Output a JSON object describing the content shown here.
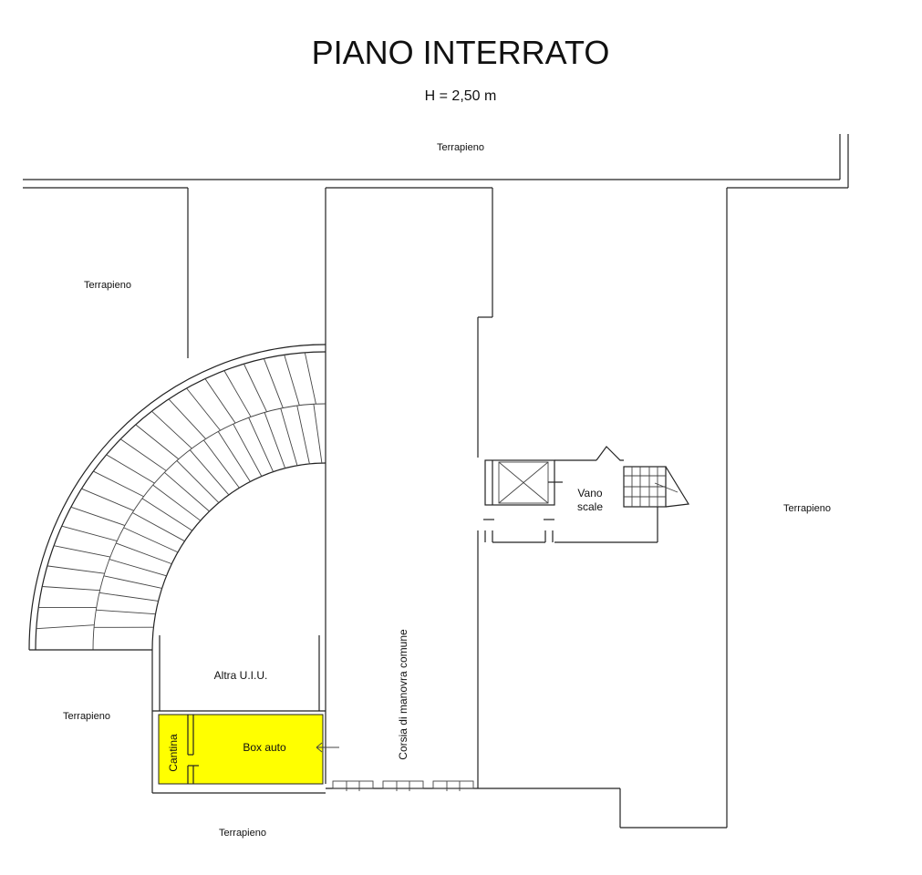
{
  "title": "PIANO INTERRATO",
  "subtitle": "H = 2,50 m",
  "labels": {
    "terrapieno_top": "Terrapieno",
    "terrapieno_upper_left": "Terrapieno",
    "terrapieno_right": "Terrapieno",
    "terrapieno_lower_left": "Terrapieno",
    "terrapieno_bottom": "Terrapieno",
    "altra_uiu": "Altra U.I.U.",
    "box_auto": "Box auto",
    "cantina": "Cantina",
    "corsia": "Corsia di manovra comune",
    "vano": "Vano",
    "scale": "scale"
  },
  "colors": {
    "highlight": "#ffff00",
    "line": "#222222"
  }
}
